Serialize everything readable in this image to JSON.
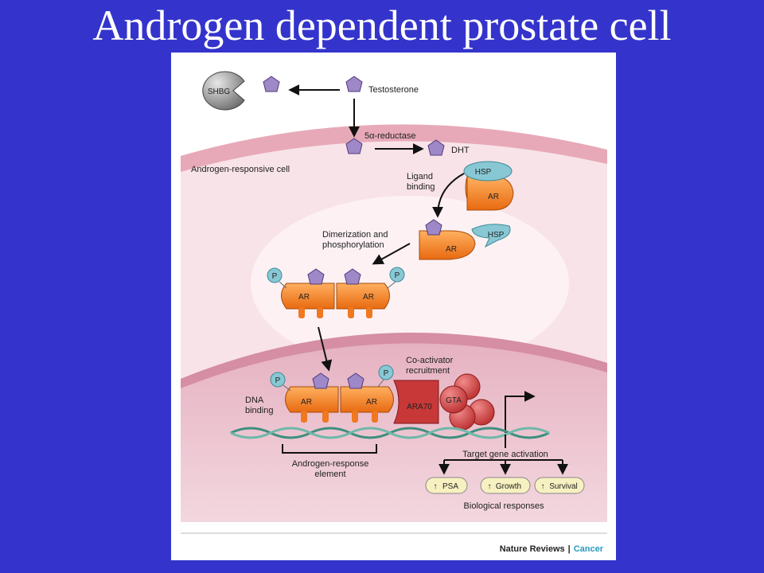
{
  "slide": {
    "title": "Androgen dependent prostate cell"
  },
  "labels": {
    "shbg": "SHBG",
    "testosterone": "Testosterone",
    "reductase": "5α-reductase",
    "dht": "DHT",
    "cell": "Androgen-responsive cell",
    "ligand_line1": "Ligand",
    "ligand_line2": "binding",
    "hsp": "HSP",
    "ar": "AR",
    "dimer_line1": "Dimerization and",
    "dimer_line2": "phosphorylation",
    "p": "P",
    "coact_line1": "Co-activator",
    "coact_line2": "recruitment",
    "ara70": "ARA70",
    "gta": "GTA",
    "dna_line1": "DNA",
    "dna_line2": "binding",
    "are_line1": "Androgen-response",
    "are_line2": "element",
    "target": "Target gene activation",
    "psa": "PSA",
    "growth": "Growth",
    "survival": "Survival",
    "bio": "Biological responses",
    "credit_brand": "Nature Reviews",
    "credit_sep": "|",
    "credit_journal": "Cancer"
  },
  "colors": {
    "background": "#3434cc",
    "receptor": "#f07820",
    "hormone": "#9f88c8",
    "hsp": "#88c8d4",
    "ara70": "#c83838",
    "gta": "#d84a4a",
    "response": "#f7f0c0",
    "journal": "#2a9ac0"
  }
}
